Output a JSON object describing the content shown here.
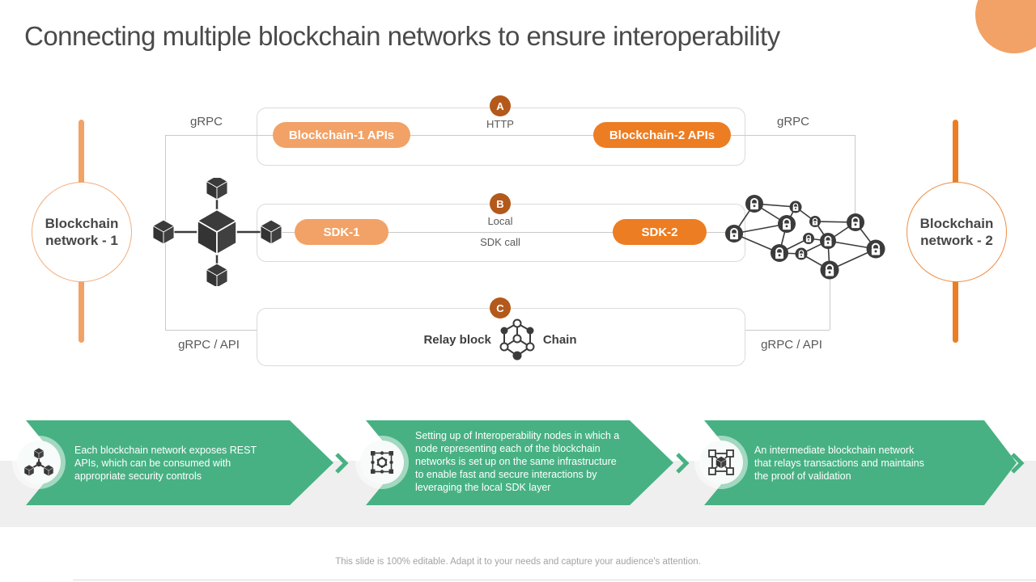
{
  "title": "Connecting multiple blockchain networks to ensure interoperability",
  "footer": "This slide is 100% editable. Adapt it to your needs and capture your audience's attention.",
  "colors": {
    "orange_light": "#F2A266",
    "orange_dark": "#ED7D22",
    "badge_brown": "#B3591B",
    "green": "#47B183",
    "line_gray": "#C9C9C9",
    "band_gray": "#EFEFEF"
  },
  "diagram": {
    "left_network_label": "Blockchain network - 1",
    "right_network_label": "Blockchain network - 2",
    "grpc_top_left": "gRPC",
    "grpc_top_right": "gRPC",
    "grpc_bottom_left": "gRPC / API",
    "grpc_bottom_right": "gRPC / API",
    "rows": [
      {
        "badge": "A",
        "http_label": "HTTP",
        "pill_left": "Blockchain-1 APIs",
        "pill_right": "Blockchain-2 APIs"
      },
      {
        "badge": "B",
        "local_label": "Local",
        "sdk_call_label": "SDK call",
        "pill_left": "SDK-1",
        "pill_right": "SDK-2"
      },
      {
        "badge": "C",
        "relay_label": "Relay block",
        "chain_label": "Chain"
      }
    ],
    "icons": {
      "left_hub": "hub-cubes-icon",
      "right_mesh": "mesh-padlock-network-icon",
      "relay": "relay-chain-cube-icon"
    }
  },
  "callouts": [
    {
      "icon": "cube-network-icon",
      "text": "Each blockchain network exposes REST\nAPIs, which can be consumed with\nappropriate  security controls"
    },
    {
      "icon": "interoperability-nodes-icon",
      "text": "Setting up of Interoperability  nodes in which a\nnode representing  each of the blockchain\nnetworks is set up on the same infrastructure\nto enable fast and secure interactions by\nleveraging  the local SDK layer"
    },
    {
      "icon": "cube-brackets-icon",
      "text": "An intermediate  blockchain  network\nthat relays transactions and  maintains\nthe proof  of validation"
    }
  ]
}
